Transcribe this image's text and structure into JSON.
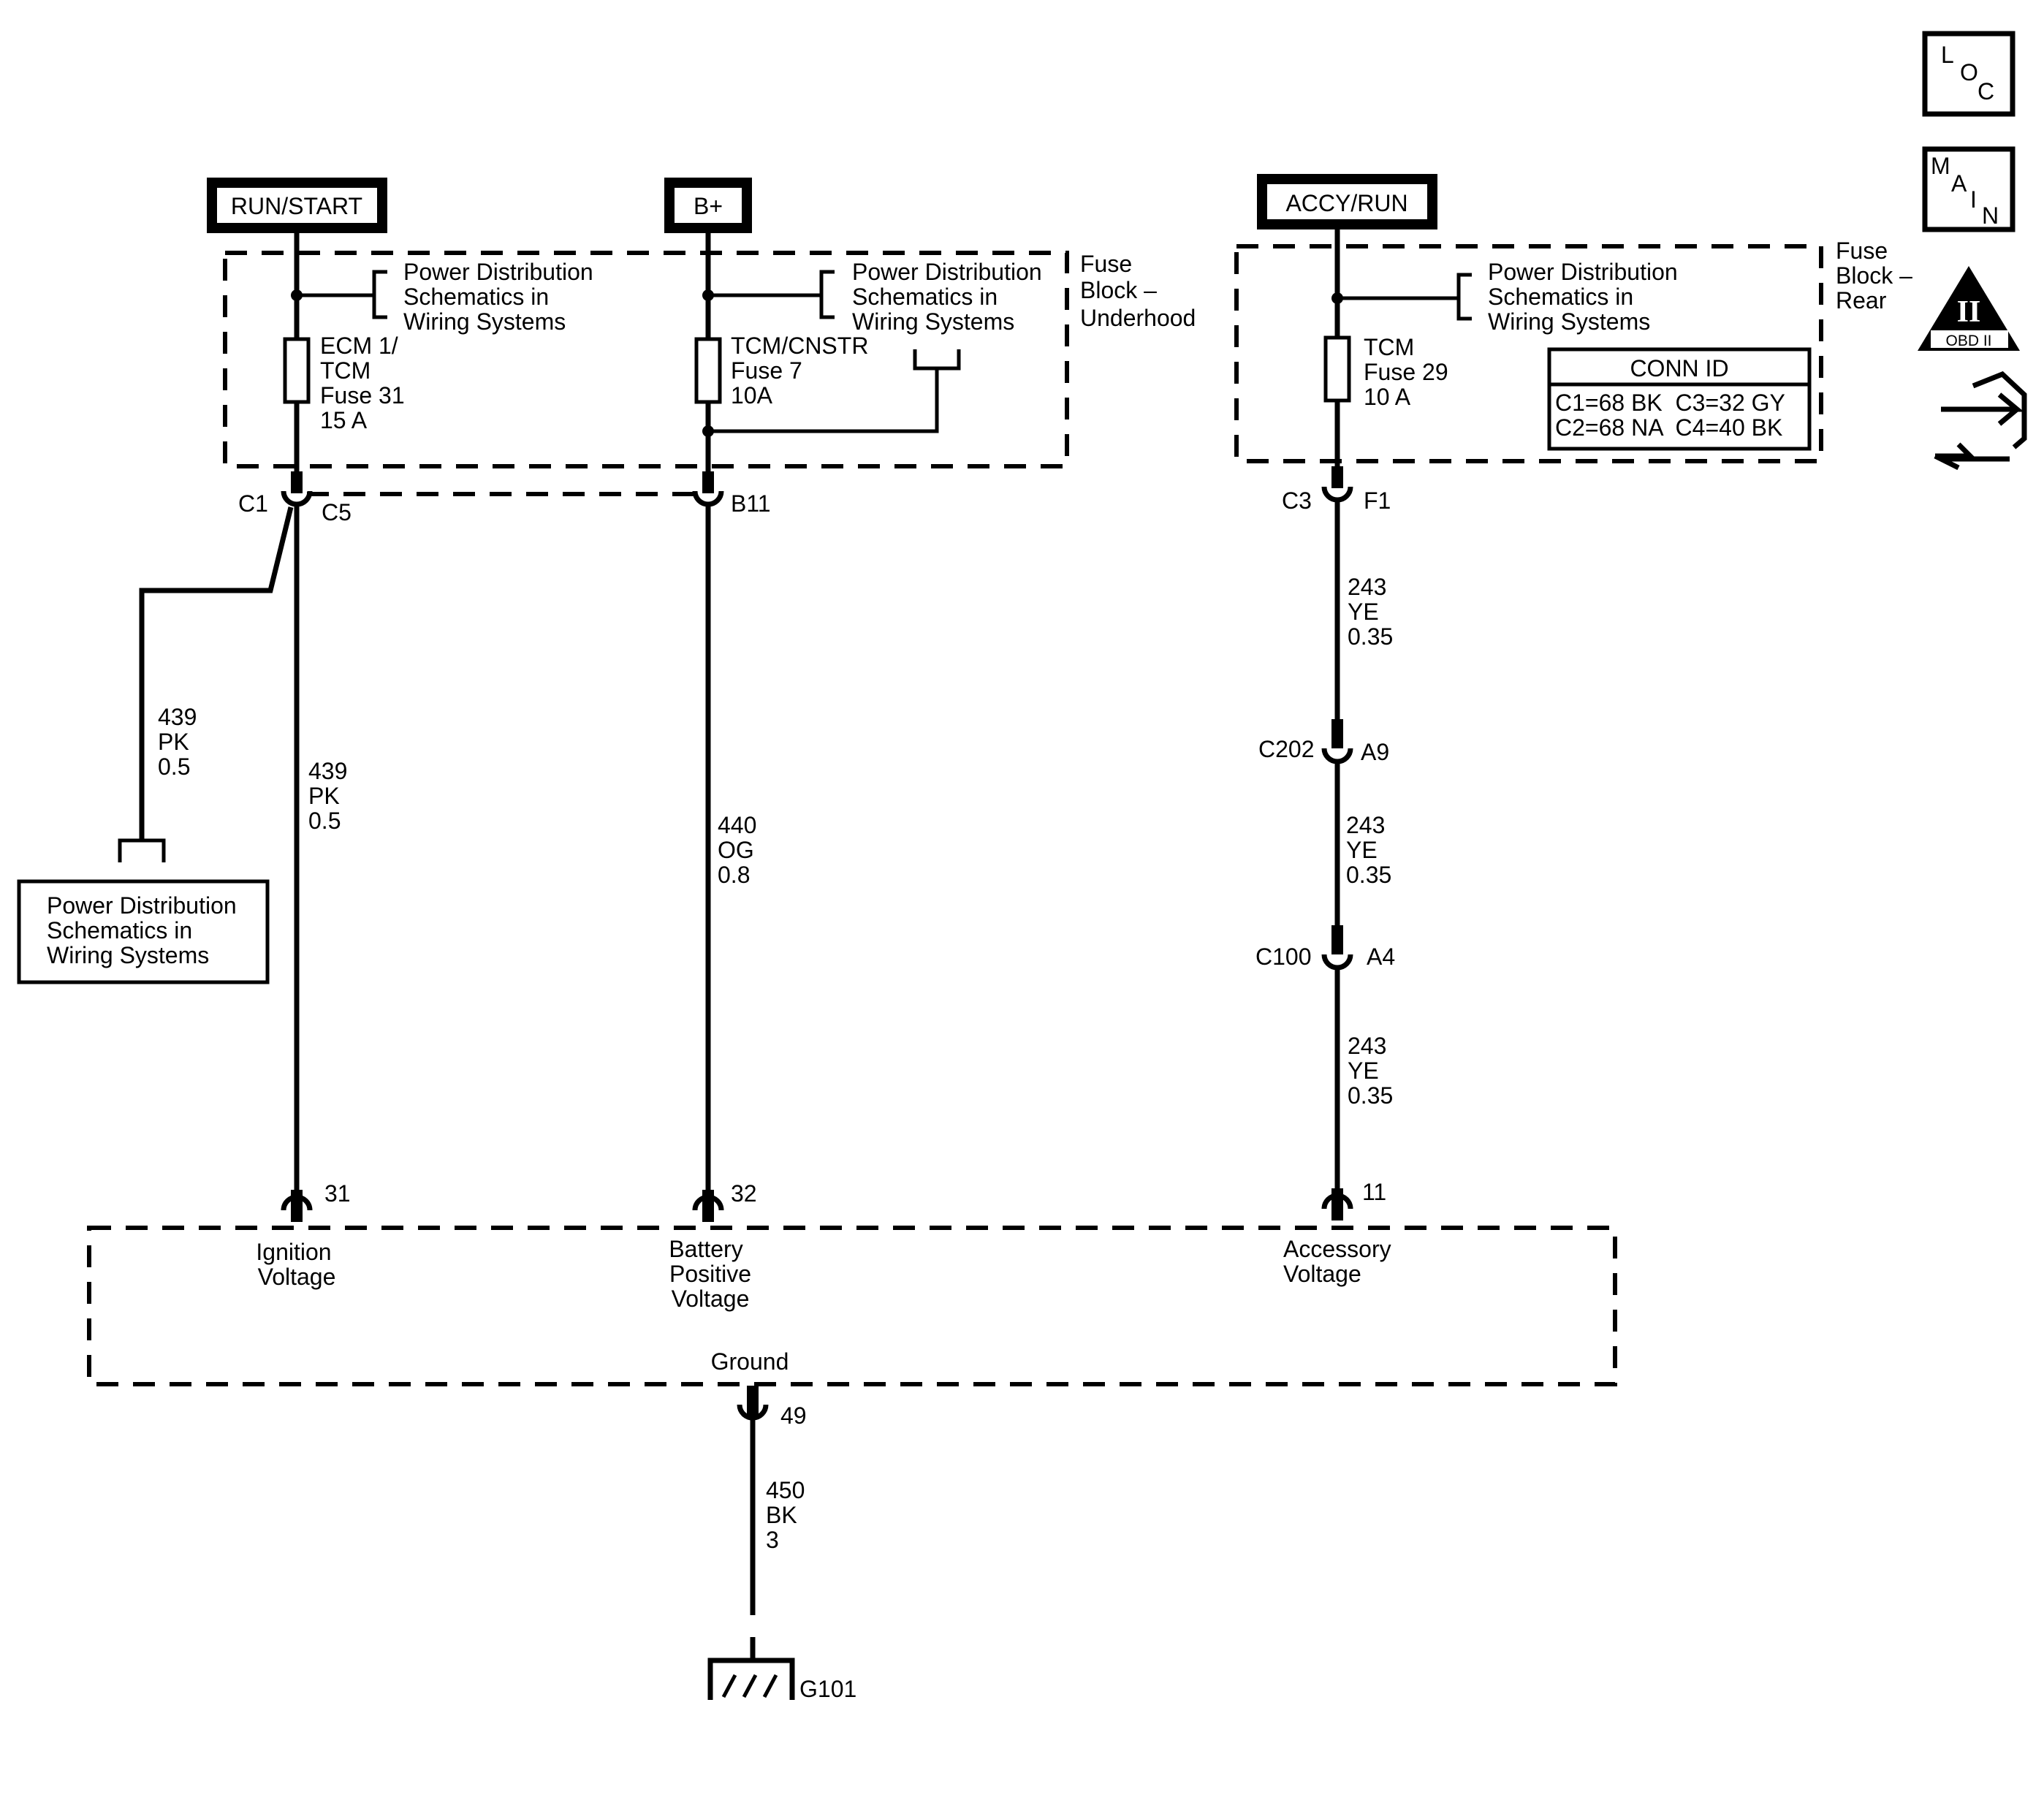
{
  "sources": {
    "run_start": "RUN/START",
    "b_plus": "B+",
    "accy_run": "ACCY/RUN"
  },
  "fuse_blocks": {
    "underhood": [
      "Fuse",
      "Block –",
      "Underhood"
    ],
    "rear": [
      "Fuse",
      "Block –",
      "Rear"
    ]
  },
  "power_dist_ref": [
    "Power Distribution",
    "Schematics in",
    "Wiring Systems"
  ],
  "fuses": {
    "f31": [
      "ECM 1/",
      "TCM",
      "Fuse 31",
      "15 A"
    ],
    "f7": [
      "TCM/CNSTR",
      "Fuse 7",
      "10A"
    ],
    "f29": [
      "TCM",
      "Fuse 29",
      "10 A"
    ]
  },
  "conn_id": {
    "title": "CONN ID",
    "row1": "C1=68 BK  C3=32 GY",
    "row2": "C2=68 NA  C4=40 BK"
  },
  "connectors": {
    "c1": "C1",
    "c5": "C5",
    "b11": "B11",
    "c3": "C3",
    "f1": "F1",
    "c202": "C202",
    "a9": "A9",
    "c100": "C100",
    "a4": "A4",
    "p31": "31",
    "p32": "32",
    "p11": "11",
    "p49": "49"
  },
  "wires": {
    "w439_branch": [
      "439",
      "PK",
      "0.5"
    ],
    "w439_main": [
      "439",
      "PK",
      "0.5"
    ],
    "w440": [
      "440",
      "OG",
      "0.8"
    ],
    "w243_a": [
      "243",
      "YE",
      "0.35"
    ],
    "w243_b": [
      "243",
      "YE",
      "0.35"
    ],
    "w243_c": [
      "243",
      "YE",
      "0.35"
    ],
    "w450": [
      "450",
      "BK",
      "3"
    ]
  },
  "module_inputs": {
    "ignition": [
      "Ignition",
      "Voltage"
    ],
    "battery": [
      "Battery",
      "Positive",
      "Voltage"
    ],
    "accessory": [
      "Accessory",
      "Voltage"
    ],
    "ground": "Ground"
  },
  "ground_id": "G101",
  "side_icons": {
    "loc": [
      "L",
      "O",
      "C"
    ],
    "main": [
      "M",
      "A",
      "I",
      "N"
    ],
    "obd_numeral": "II",
    "obd_label": "OBD II"
  }
}
